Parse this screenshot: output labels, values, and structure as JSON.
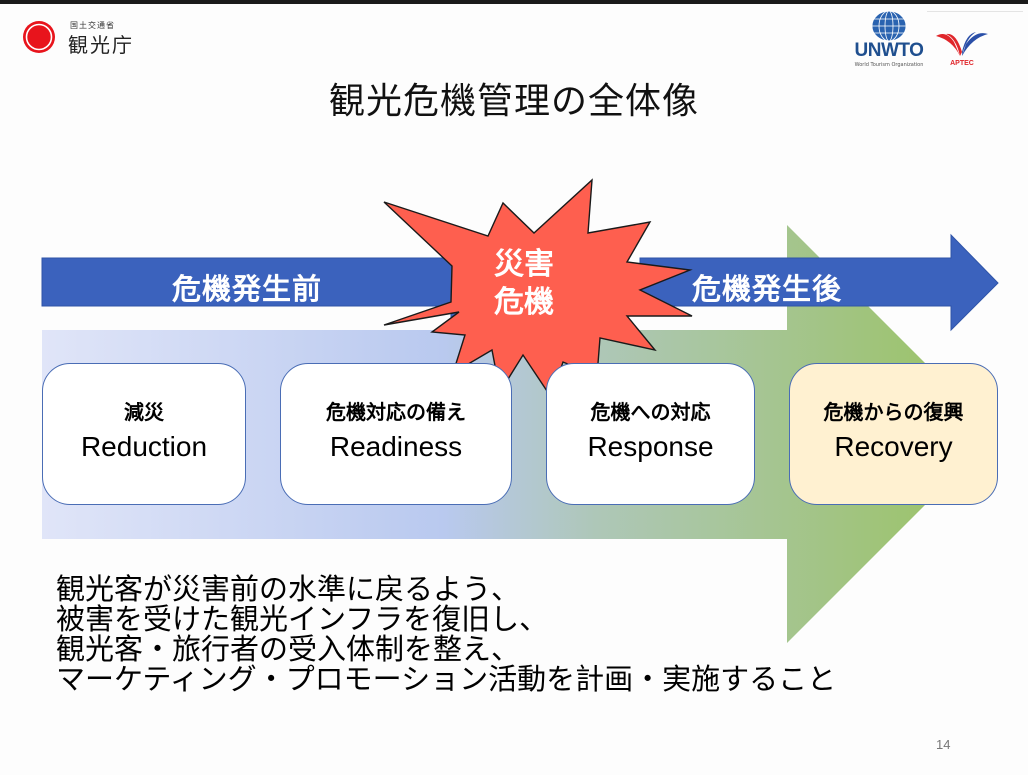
{
  "header": {
    "ministry_label": "国土交通省",
    "agency_label": "観光庁",
    "unwto_name": "UNWTO",
    "unwto_subtitle": "World Tourism Organization",
    "aptec_name": "APTEC"
  },
  "title": "観光危機管理の全体像",
  "arrows": {
    "before_label": "危機発生前",
    "after_label": "危機発生後",
    "crisis_line1": "災害",
    "crisis_line2": "危機"
  },
  "phases": [
    {
      "jp": "減災",
      "en": "Reduction",
      "highlight": false
    },
    {
      "jp": "危機対応の備え",
      "en": "Readiness",
      "highlight": false
    },
    {
      "jp": "危機への対応",
      "en": "Response",
      "highlight": false
    },
    {
      "jp": "危機からの復興",
      "en": "Recovery",
      "highlight": true
    }
  ],
  "description": [
    "観光客が災害前の水準に戻るよう、",
    "被害を受けた観光インフラを復旧し、",
    "観光客・旅行者の受入体制を整え、",
    "マーケティング・プロモーション活動を計画・実施すること"
  ],
  "page_number": "14",
  "colors": {
    "arrow_blue": "#3b62bd",
    "burst_red": "#fe5f4f",
    "gradient_start": "#dde3f7",
    "gradient_mid": "#b8c8ee",
    "gradient_end": "#9cc36a",
    "recovery_box": "#fff1d1",
    "box_border": "#4a6db5"
  }
}
